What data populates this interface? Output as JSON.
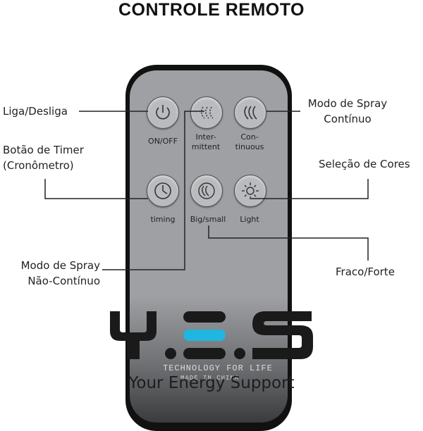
{
  "title": "CONTROLE REMOTO",
  "buttons": [
    {
      "name": "on-off-button",
      "label": "ON/OFF"
    },
    {
      "name": "intermittent-button",
      "label": "Inter-\nmittent"
    },
    {
      "name": "continuous-button",
      "label": "Con-\ntinuous"
    },
    {
      "name": "timing-button",
      "label": "timing"
    },
    {
      "name": "big-small-button",
      "label": "Big/small"
    },
    {
      "name": "light-button",
      "label": "Light"
    }
  ],
  "callouts": {
    "liga": "Liga/Desliga",
    "timer": "Botão de Timer\n(Cronômetro)",
    "spray_nc": "Modo de Spray\nNão-Contínuo",
    "spray_c": "Modo de Spray\nContínuo",
    "cores": "Seleção de Cores",
    "fraco": "Fraco/Forte"
  },
  "remote_brand": {
    "line1": "TECHNOLOGY FOR LIFE",
    "line2": "MADE IN CHINA"
  },
  "logo": {
    "text": "Y.E.S",
    "tagline": "Your Energy Support",
    "accent_color": "#1fb6e0"
  }
}
